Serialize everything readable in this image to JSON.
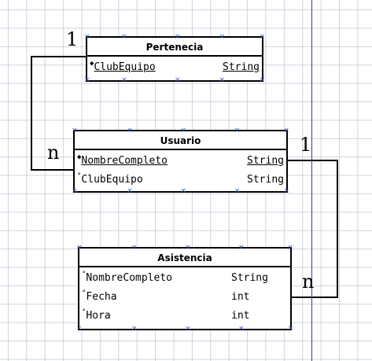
{
  "entities": {
    "pertenecia": {
      "title": "Pertenecia",
      "attrs": [
        {
          "marker": "◆",
          "name": "ClubEquipo",
          "type": "String"
        }
      ]
    },
    "usuario": {
      "title": "Usuario",
      "attrs": [
        {
          "marker": "◆",
          "name": "NombreCompleto",
          "type": "String"
        },
        {
          "marker": "°",
          "name": "ClubEquipo",
          "type": "String"
        }
      ]
    },
    "asistencia": {
      "title": "Asistencia",
      "attrs": [
        {
          "marker": "°",
          "name": "NombreCompleto",
          "type": "String"
        },
        {
          "marker": "°",
          "name": "Fecha",
          "type": "int"
        },
        {
          "marker": "°",
          "name": "Hora",
          "type": "int"
        }
      ]
    }
  },
  "relationships": {
    "pertenecia_usuario": {
      "from_card": "1",
      "to_card": "n"
    },
    "usuario_asistencia": {
      "from_card": "1",
      "to_card": "n"
    }
  },
  "colors": {
    "line": "#000000",
    "grid": "#a8b2c4",
    "guide": "#3a3aa8",
    "handle": "#3a5ab8"
  }
}
